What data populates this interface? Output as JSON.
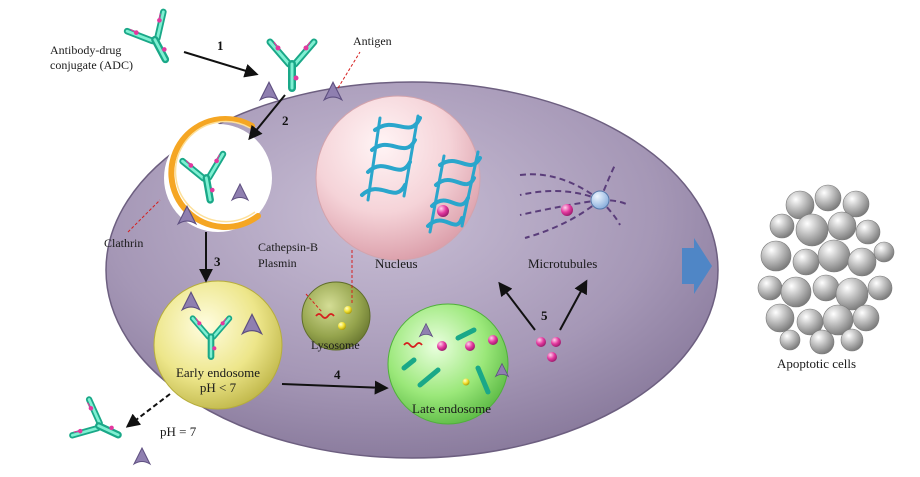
{
  "labels": {
    "adc_line1": "Antibody-drug",
    "adc_line2": "conjugate (ADC)",
    "antigen": "Antigen",
    "clathrin": "Clathrin",
    "cathepsin": "Cathepsin-B",
    "plasmin": "Plasmin",
    "nucleus": "Nucleus",
    "microtubules": "Microtubules",
    "lysosome": "Lysosome",
    "early_endosome_line1": "Early endosome",
    "early_endosome_line2": "pH < 7",
    "late_endosome": "Late endosome",
    "ph7": "pH = 7",
    "apoptotic": "Apoptotic cells"
  },
  "steps": [
    "1",
    "2",
    "3",
    "4",
    "5"
  ],
  "colors": {
    "cell": "#9e8fae",
    "cell_edge": "#7d6f8e",
    "nucleus": "#f2c9cf",
    "clathrin": "#f5a623",
    "early_endosome": "#e9e27a",
    "lysosome": "#9aaa4e",
    "late_endosome": "#9be87a",
    "antibody": "#2ec4a0",
    "antigen": "#8f7fb0",
    "dna": "#2aa6cc",
    "payload": "#e3389e",
    "arrow_blue": "#4f86c6",
    "apoptotic": "#9a9a9a"
  }
}
